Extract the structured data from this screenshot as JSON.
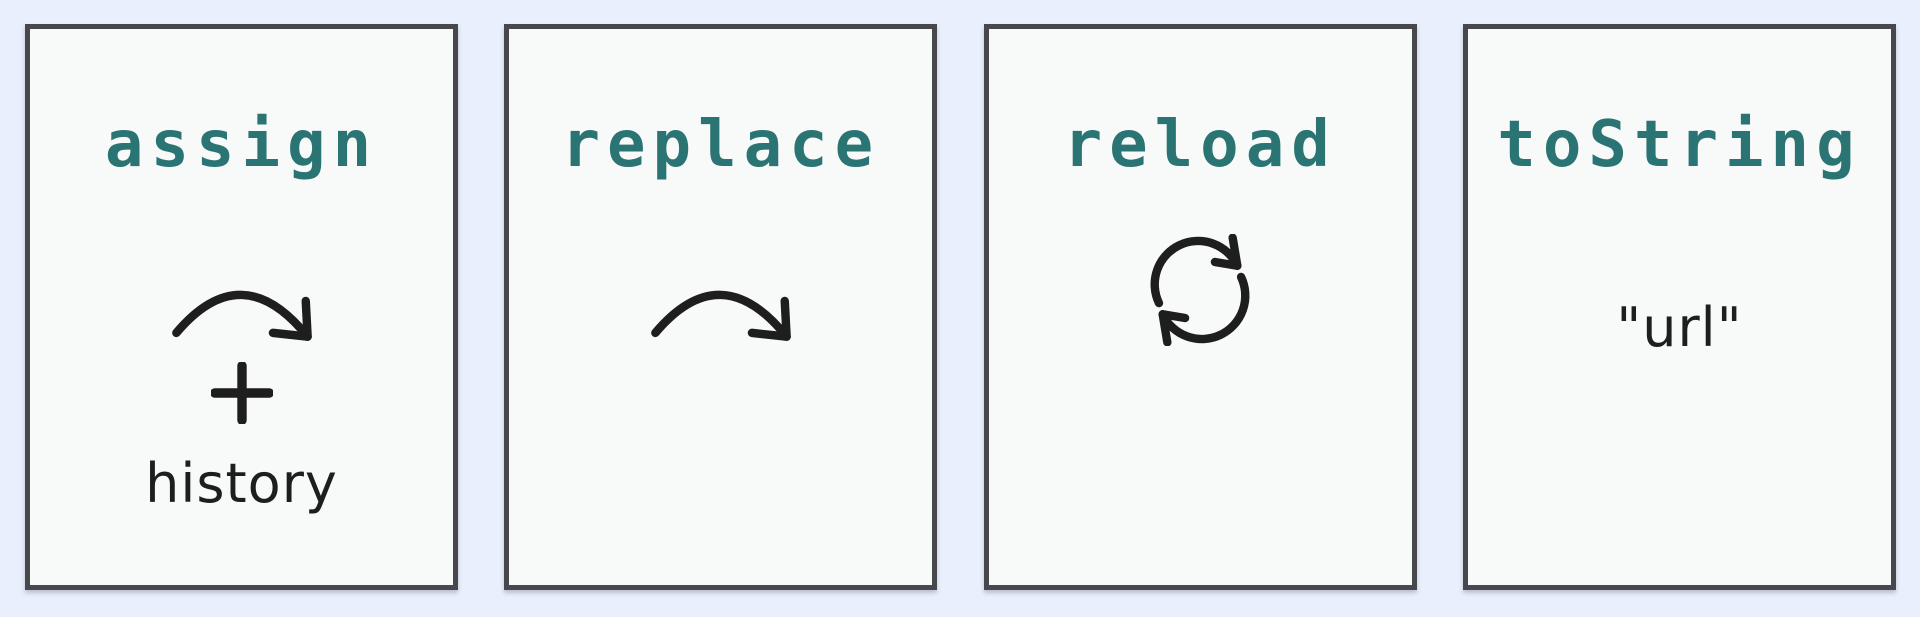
{
  "theme": {
    "page_background": "#e9effc",
    "card_background": "#f8f9f9",
    "card_border_color": "#48484c",
    "title_color": "#2b7474",
    "ink_color": "#1e1e1e"
  },
  "cards": [
    {
      "title": "assign",
      "icons": [
        "curved-arrow-icon",
        "plus-icon"
      ],
      "caption": "history"
    },
    {
      "title": "replace",
      "icons": [
        "curved-arrow-icon"
      ]
    },
    {
      "title": "reload",
      "icons": [
        "refresh-cycle-icon"
      ]
    },
    {
      "title": "toString",
      "value": "\"url\""
    }
  ]
}
